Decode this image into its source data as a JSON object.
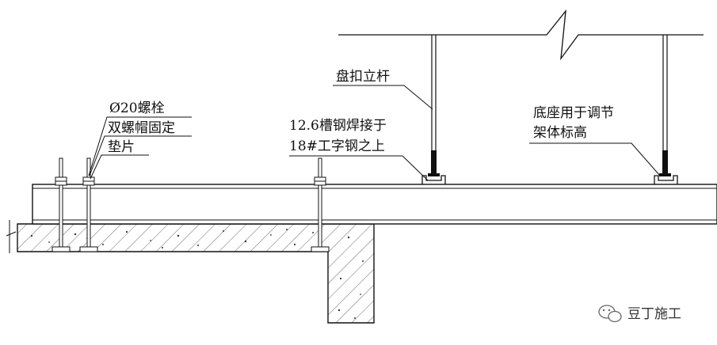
{
  "labels": {
    "bolt": "Ø20螺栓",
    "double_nut": "双螺帽固定",
    "washer": "垫片",
    "channel_1": "12.6槽钢焊接于",
    "channel_2": "18#工字钢之上",
    "pole": "盘扣立杆",
    "base_1": "底座用于调节",
    "base_2": "架体标高"
  },
  "watermark": {
    "text": "豆丁施工",
    "icon": "wechat-icon"
  }
}
